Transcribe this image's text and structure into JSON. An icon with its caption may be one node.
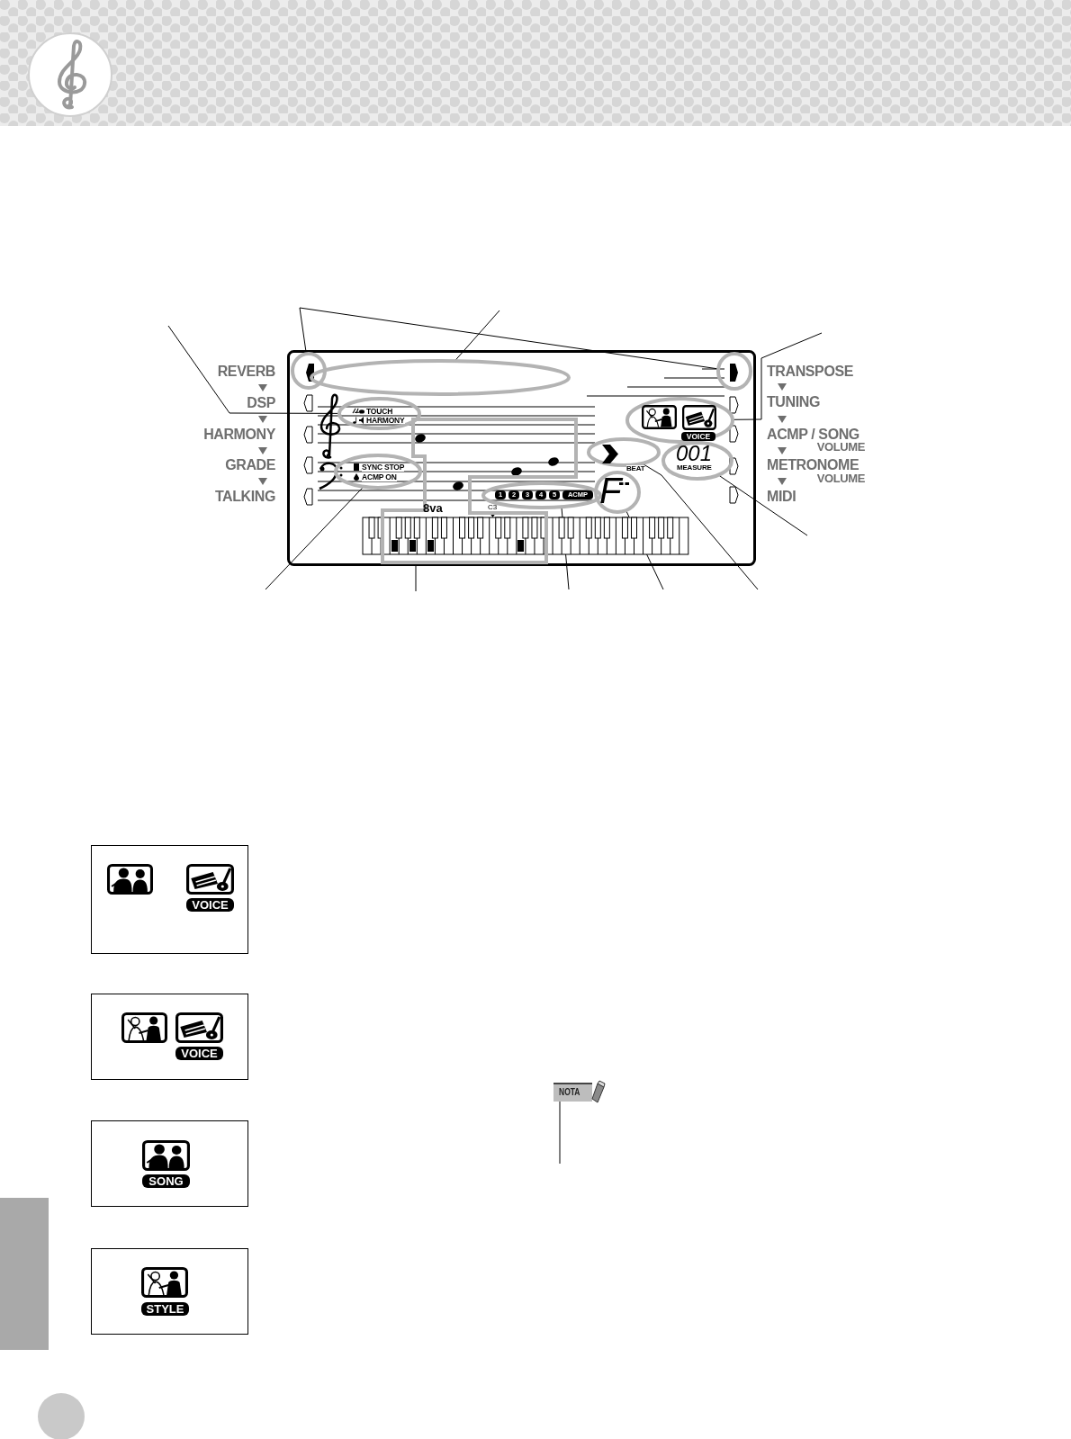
{
  "diagram": {
    "nodes": [
      {
        "text": [],
        "shape": "box"
      },
      {
        "text": [],
        "shape": "circle",
        "in": 0
      },
      {
        "text": [],
        "shape": "ellipse",
        "in": 0
      },
      {
        "text": [],
        "shape": "circle",
        "in": 0
      },
      {
        "text": [
          "TOUCH",
          "HARMONY"
        ],
        "in": 0
      },
      {
        "text": [
          "VOICE"
        ],
        "in": 0
      },
      {
        "text": [],
        "shape": "polygon",
        "in": 0
      },
      {
        "text": [
          "SYNC STOP",
          "ACMP ON"
        ],
        "in": 0
      },
      {
        "text": [
          "BEAT"
        ],
        "in": 0
      },
      {
        "text": [
          "001",
          "MEASURE"
        ],
        "in": 0
      },
      {
        "text": [
          "1",
          "2",
          "3",
          "4",
          "5",
          "ACMP"
        ],
        "in": 0
      },
      {
        "text": [
          "F"
        ],
        "in": 0
      },
      {
        "text": [
          "VOICE"
        ]
      },
      {
        "text": [
          "VOICE"
        ]
      },
      {
        "text": [
          "SONG"
        ]
      },
      {
        "text": [
          "STYLE"
        ]
      },
      {
        "text": [
          "NOTA"
        ]
      },
      {
        "text": [],
        "shape": "bar"
      }
    ],
    "edges": [
      {
        "from": null,
        "to": 1,
        "arrow": "none"
      },
      {
        "from": null,
        "to": 3,
        "arrow": "none"
      },
      {
        "from": null,
        "to": 2,
        "arrow": "none"
      },
      {
        "from": null,
        "to": 4,
        "arrow": "none"
      },
      {
        "from": null,
        "to": 5,
        "arrow": "none"
      },
      {
        "from": null,
        "to": 7,
        "arrow": "none"
      },
      {
        "from": null,
        "to": 6,
        "arrow": "none"
      },
      {
        "from": null,
        "to": 10,
        "arrow": "none"
      },
      {
        "from": null,
        "to": 11,
        "arrow": "none"
      },
      {
        "from": null,
        "to": 8,
        "arrow": "none"
      },
      {
        "from": null,
        "to": 9,
        "arrow": "none"
      },
      {
        "from": 16,
        "to": null,
        "arrow": "none"
      }
    ],
    "labels": [
      "REVERB",
      "TRANSPOSE",
      "DSP",
      "TUNING",
      "HARMONY",
      "ACMP / SONG",
      "VOLUME",
      "GRADE",
      "METRONOME",
      "VOLUME",
      "TALKING",
      "MIDI",
      "8va",
      "C3"
    ]
  }
}
